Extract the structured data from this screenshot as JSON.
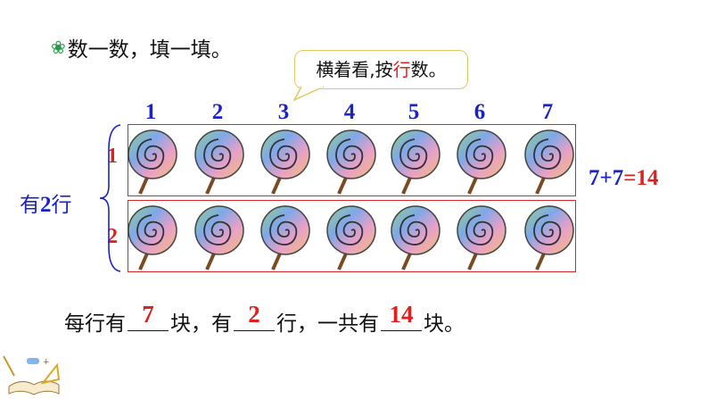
{
  "title": {
    "icon": "flower-icon",
    "text": "数一数，填一填。"
  },
  "bubble": {
    "before": "横着看,按",
    "highlight": "行",
    "after": "数。"
  },
  "column_numbers": [
    "1",
    "2",
    "3",
    "4",
    "5",
    "6",
    "7"
  ],
  "rows": [
    {
      "label": "1",
      "count": 7
    },
    {
      "label": "2",
      "count": 7
    }
  ],
  "row_count_label": {
    "pre": "有",
    "num": "2",
    "post": "行"
  },
  "equation": {
    "lhs": "7+7",
    "eq": "=",
    "result": "14"
  },
  "sentence": {
    "p1": "每行有",
    "a1": "7",
    "p2": "块，有",
    "a2": "2",
    "p3": "行，一共有",
    "a3": "14",
    "p4": "块。"
  },
  "colors": {
    "blue": "#1a22c8",
    "red": "#e0201e",
    "green": "#2a9a4a"
  }
}
